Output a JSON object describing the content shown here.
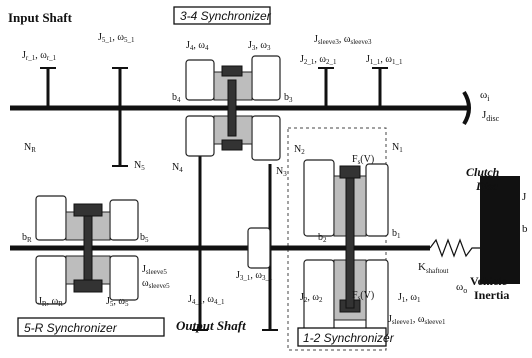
{
  "titles": {
    "input_shaft": "Input Shaft",
    "output_shaft": "Output Shaft",
    "sync_34": "3-4 Synchronizer",
    "sync_5r": "5-R Synchronizer",
    "sync_12": "1-2 Synchronizer"
  },
  "clutch": {
    "label_line1": "Clutch",
    "label_line2": "Disc",
    "omega": "ω",
    "omega_sub": "i",
    "J": "J",
    "J_sub": "disc"
  },
  "vehicle": {
    "label_line1": "Vehicle",
    "label_line2": "Inertia",
    "J": "J",
    "b": "b"
  },
  "shaft_stiffness": {
    "K": "K",
    "K_sub": "shaftout",
    "omega": "ω",
    "omega_sub": "o"
  },
  "labels": {
    "J_r1": "J",
    "J_r1_sub": "r_1",
    "w_r1": "ω",
    "w_r1_sub": "r_1",
    "J_51": "J",
    "J_51_sub": "5_1",
    "w_51": "ω",
    "w_51_sub": "5_1",
    "J_4": "J",
    "J_4_sub": "4",
    "w_4": "ω",
    "w_4_sub": "4",
    "J_3": "J",
    "J_3_sub": "3",
    "w_3": "ω",
    "w_3_sub": "3",
    "J_sleeve3": "J",
    "J_sleeve3_sub": "sleeve3",
    "w_sleeve3": "ω",
    "w_sleeve3_sub": "sleeve3",
    "J_21": "J",
    "J_21_sub": "2_1",
    "w_21": "ω",
    "w_21_sub": "2_1",
    "J_11": "J",
    "J_11_sub": "1_1",
    "w_11": "ω",
    "w_11_sub": "1_1",
    "b4": "b",
    "b4_sub": "4",
    "b3": "b",
    "b3_sub": "3",
    "NR": "N",
    "NR_sub": "R",
    "N5": "N",
    "N5_sub": "5",
    "N4": "N",
    "N4_sub": "4",
    "N3": "N",
    "N3_sub": "3",
    "N2": "N",
    "N2_sub": "2",
    "N1": "N",
    "N1_sub": "1",
    "bR": "b",
    "bR_sub": "R",
    "b5": "b",
    "b5_sub": "5",
    "b2": "b",
    "b2_sub": "2",
    "b1": "b",
    "b1_sub": "1",
    "F_upper": "F",
    "F_upper_sub": "s",
    "F_upper_arg": "(V)",
    "F_lower": "F",
    "F_lower_sub": "s",
    "F_lower_arg": "(V)",
    "J_sleeve5": "J",
    "J_sleeve5_sub": "sleeve5",
    "w_sleeve5": "ω",
    "w_sleeve5_sub": "sleeve5",
    "J_R": "J",
    "J_R_sub": "R",
    "w_R": "ω",
    "w_R_sub": "R",
    "J_5": "J",
    "J_5_sub": "5",
    "w_5": "ω",
    "w_5_sub": "5",
    "J_41": "J",
    "J_41_sub": "4_1",
    "w_41": "ω",
    "w_41_sub": "4_1",
    "J_31": "J",
    "J_31_sub": "3_1",
    "w_31": "ω",
    "w_31_sub": "3_1",
    "J_2": "J",
    "J_2_sub": "2",
    "w_2": "ω",
    "w_2_sub": "2",
    "J_1": "J",
    "J_1_sub": "1",
    "w_1": "ω",
    "w_1_sub": "1",
    "J_sleeve1": "J",
    "J_sleeve1_sub": "sleeve1",
    "w_sleeve1": "ω",
    "w_sleeve1_sub": "sleeve1"
  }
}
